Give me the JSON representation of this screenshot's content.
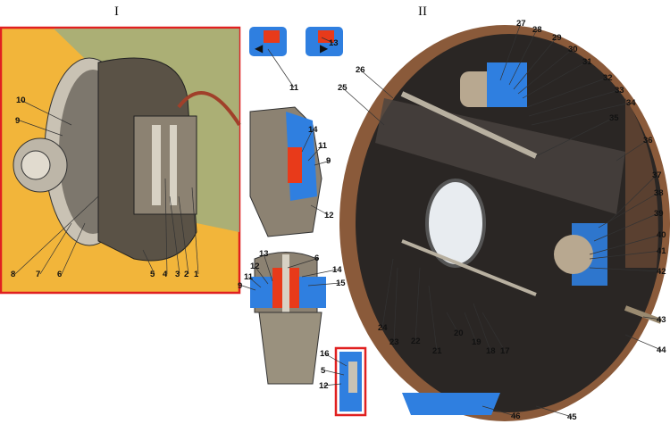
{
  "titles": {
    "part1": "I",
    "part2": "II"
  },
  "colors": {
    "frame_red": "#e02020",
    "background_yellow": "#f2b53a",
    "section_blue": "#2f7fe0",
    "piston_red": "#e83a1a",
    "drum_dark": "#2a2624",
    "rim_brown": "#8a5a3a"
  },
  "part1_labels": [
    "10",
    "9",
    "8",
    "7",
    "6",
    "5",
    "4",
    "3",
    "2",
    "1"
  ],
  "middle_labels": [
    "13",
    "11",
    "14",
    "11",
    "9",
    "12",
    "13",
    "12",
    "11",
    "9",
    "6",
    "14",
    "15",
    "16",
    "5",
    "12"
  ],
  "part2_labels": [
    "27",
    "28",
    "29",
    "30",
    "31",
    "32",
    "33",
    "34",
    "35",
    "36",
    "37",
    "38",
    "39",
    "40",
    "41",
    "42",
    "43",
    "44",
    "45",
    "46",
    "17",
    "18",
    "19",
    "20",
    "21",
    "22",
    "23",
    "24",
    "25",
    "26"
  ]
}
